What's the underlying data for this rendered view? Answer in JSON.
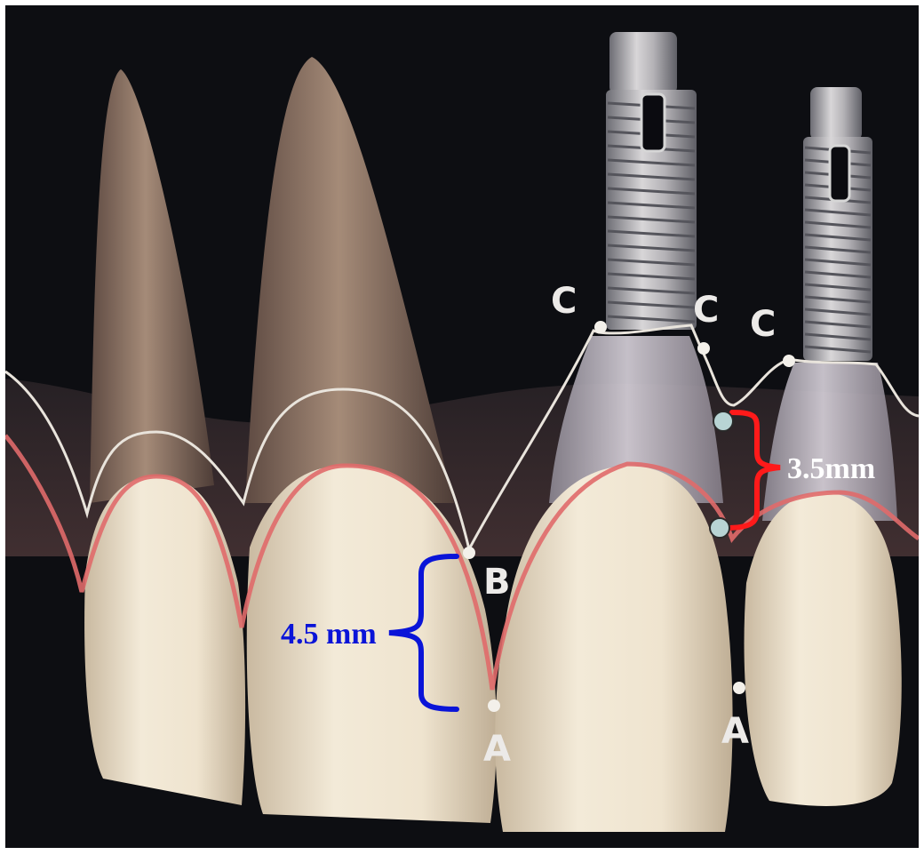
{
  "labels": {
    "point_b": "B",
    "point_a_left": "A",
    "point_a_right": "A",
    "point_c_1": "C",
    "point_c_2": "C",
    "point_c_3": "C"
  },
  "measurements": {
    "natural_tooth": {
      "text": "4.5 mm",
      "color": "#0a14d8"
    },
    "implant": {
      "text": "3.5mm",
      "color": "#ffffff",
      "bracket_color": "#ff1a1a"
    }
  },
  "colors": {
    "background": "#0d0e12",
    "gingiva_line": "#e06a6a",
    "bone_line": "#e9e4dc",
    "tooth_crown": "#efe4cf",
    "marker_fill": "#b8d4d4"
  }
}
